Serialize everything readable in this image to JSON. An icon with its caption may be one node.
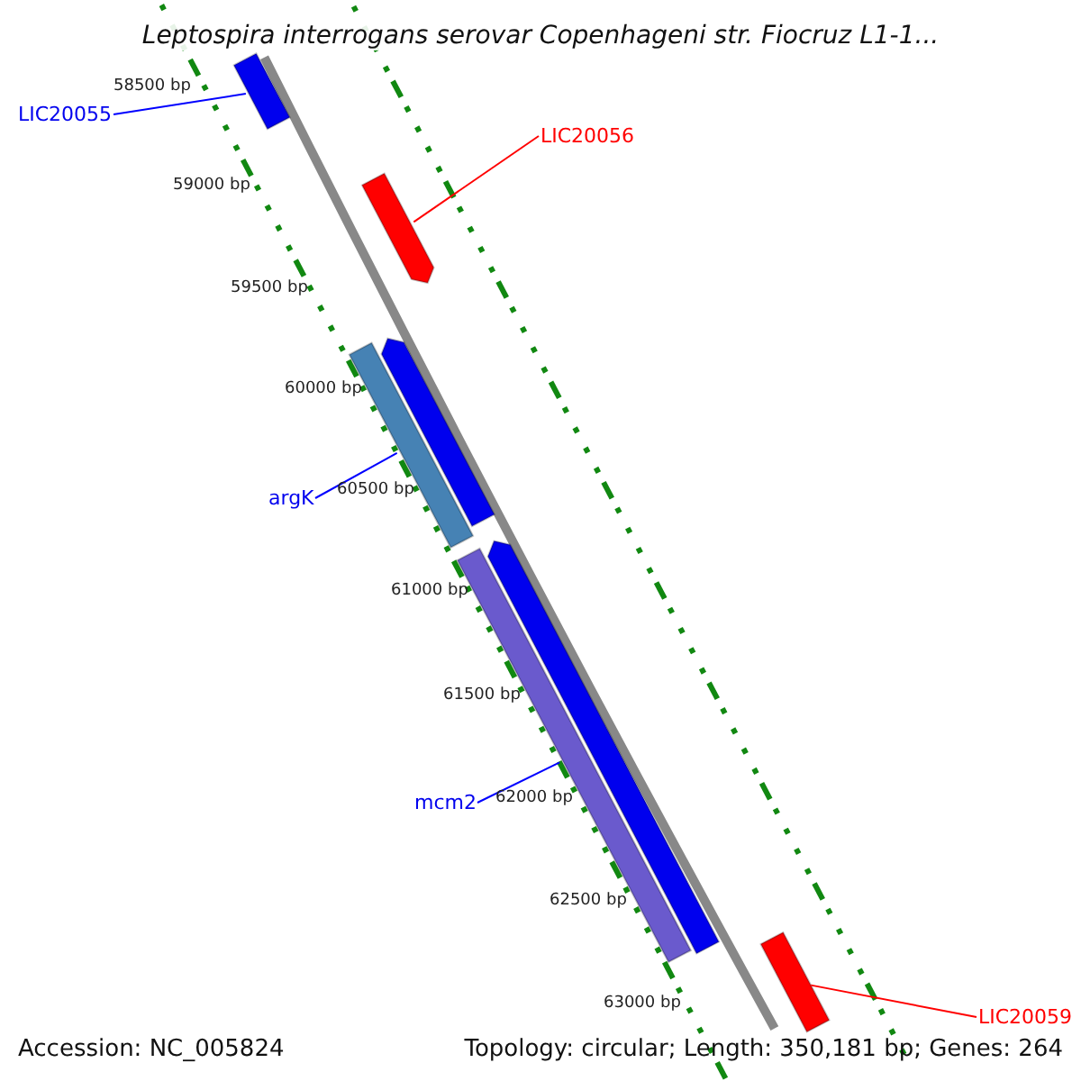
{
  "diagram": {
    "title": "Leptospira interrogans serovar Copenhageni str. Fiocruz L1-1...",
    "nodes": [
      {
        "text": [
          "LIC20055"
        ]
      },
      {
        "text": [],
        "shape": "bar"
      },
      {
        "text": [
          "LIC20056"
        ]
      },
      {
        "text": [],
        "shape": "bar"
      },
      {
        "text": [],
        "shape": "bar"
      },
      {
        "text": [
          "argK"
        ]
      },
      {
        "text": [],
        "shape": "bar"
      },
      {
        "text": [],
        "shape": "bar"
      },
      {
        "text": [
          "mcm2"
        ]
      },
      {
        "text": [],
        "shape": "bar"
      },
      {
        "text": [],
        "shape": "bar"
      },
      {
        "text": [
          "LIC20059"
        ]
      }
    ],
    "edges": [
      {
        "from": 0,
        "to": 1,
        "arrow": "none",
        "color": "#0000ff"
      },
      {
        "from": 2,
        "to": 3,
        "arrow": "none",
        "color": "#ff0000"
      },
      {
        "from": 5,
        "to": 6,
        "arrow": "none",
        "color": "#0000ff"
      },
      {
        "from": 8,
        "to": 9,
        "arrow": "none",
        "color": "#0000ff"
      },
      {
        "from": 11,
        "to": 10,
        "arrow": "none",
        "color": "#ff0000"
      }
    ],
    "labels": [
      "58500 bp",
      "59000 bp",
      "59500 bp",
      "60000 bp",
      "60500 bp",
      "61000 bp",
      "61500 bp",
      "62000 bp",
      "62500 bp",
      "63000 bp",
      "Accession: NC_005824",
      "Topology: circular; Length: 350,181 bp; Genes: 264"
    ]
  }
}
